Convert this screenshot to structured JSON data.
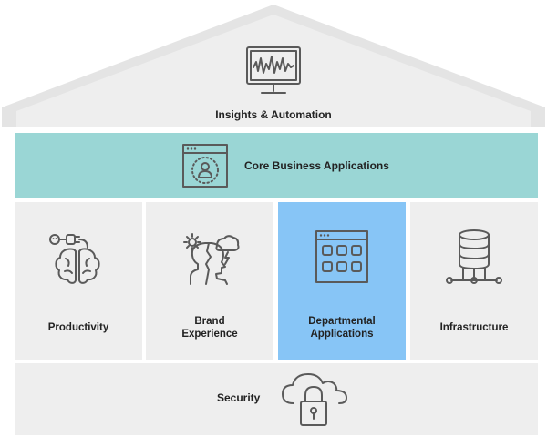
{
  "roof": {
    "label": "Insights & Automation",
    "icon": "monitor-waveform-icon",
    "fill": "#eeeeee"
  },
  "core": {
    "label": "Core Business Applications",
    "icon": "browser-user-icon",
    "fill": "#9ad6d5"
  },
  "pillars": [
    {
      "label": "Productivity",
      "icon": "brain-plug-icon"
    },
    {
      "label": "Brand\nExperience",
      "icon": "head-weather-icon"
    },
    {
      "label": "Departmental\nApplications",
      "icon": "app-grid-window-icon",
      "highlight": "#87c5f6"
    },
    {
      "label": "Infrastructure",
      "icon": "database-network-icon"
    }
  ],
  "foundation": {
    "label": "Security",
    "icon": "cloud-lock-icon"
  }
}
